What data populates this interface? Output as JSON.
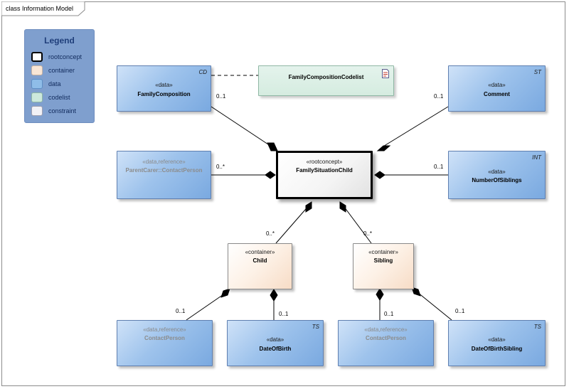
{
  "diagram": {
    "frame_title": "class Information Model",
    "legend": {
      "title": "Legend",
      "items": [
        {
          "label": "rootconcept",
          "color": "#ffffff",
          "border": "#000000"
        },
        {
          "label": "container",
          "color": "#f8e6d6",
          "border": "#c8b3a2"
        },
        {
          "label": "data",
          "color": "#8fbde8",
          "border": "#5f8fc4"
        },
        {
          "label": "codelist",
          "color": "#cde9dc",
          "border": "#8fb7a4"
        },
        {
          "label": "constraint",
          "color": "#f1f1f6",
          "border": "#a0a0b0"
        }
      ]
    },
    "classes": {
      "family_composition": {
        "stereotype": "«data»",
        "name": "FamilyComposition",
        "tag": "CD"
      },
      "codelist": {
        "name": "FamilyCompositionCodelist"
      },
      "comment": {
        "stereotype": "«data»",
        "name": "Comment",
        "tag": "ST"
      },
      "contact_person_parent": {
        "stereotype": "«data,reference»",
        "name": "ParentCarer::ContactPerson"
      },
      "family_situation_child": {
        "stereotype": "«rootconcept»",
        "name": "FamilySituationChild"
      },
      "number_of_siblings": {
        "stereotype": "«data»",
        "name": "NumberOfSiblings",
        "tag": "INT"
      },
      "child": {
        "stereotype": "«container»",
        "name": "Child"
      },
      "sibling": {
        "stereotype": "«container»",
        "name": "Sibling"
      },
      "contact_person_child": {
        "stereotype": "«data,reference»",
        "name": "ContactPerson"
      },
      "date_of_birth": {
        "stereotype": "«data»",
        "name": "DateOfBirth",
        "tag": "TS"
      },
      "contact_person_sibling": {
        "stereotype": "«data,reference»",
        "name": "ContactPerson"
      },
      "date_of_birth_sibling": {
        "stereotype": "«data»",
        "name": "DateOfBirthSibling",
        "tag": "TS"
      }
    },
    "multiplicities": {
      "family_composition": "0..1",
      "comment": "0..1",
      "contact_person_parent": "0..*",
      "number_of_siblings": "0..1",
      "child": "0..*",
      "sibling": "0..*",
      "contact_person_child": "0..1",
      "date_of_birth": "0..1",
      "contact_person_sibling": "0..1",
      "date_of_birth_sibling": "0..1"
    }
  }
}
